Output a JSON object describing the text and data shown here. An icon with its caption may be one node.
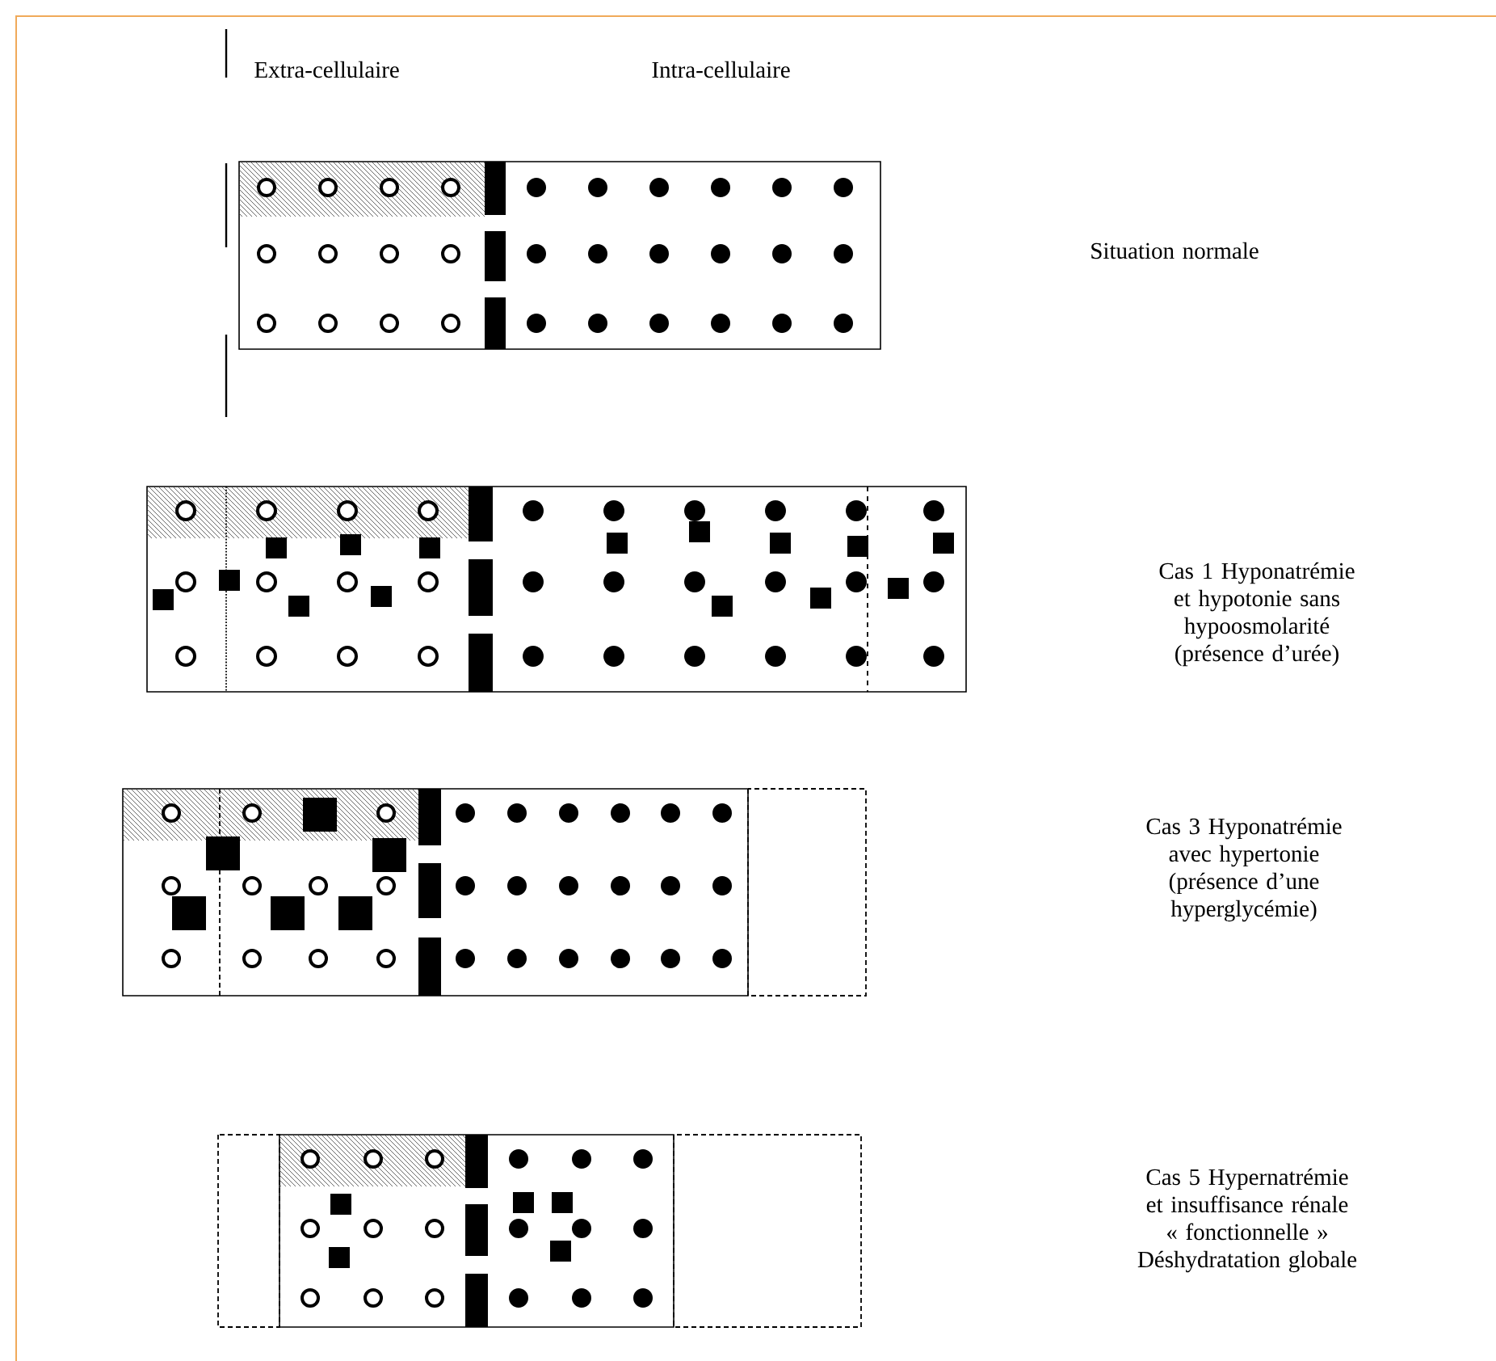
{
  "diagram": {
    "labels": [
      "Extra-cellulaire",
      "Intra-cellulaire",
      "Situation normale",
      "Cas 1 Hyponatrémie et hypotonie sans hypoosmolarité (présence d’urée)",
      "Cas 3  Hyponatrémie avec hypertonie (présence d’une hyperglycémie)",
      "Cas 5 Hypernatrémie et insuffisance rénale « fonctionnelle » Déshydratation globale"
    ]
  }
}
